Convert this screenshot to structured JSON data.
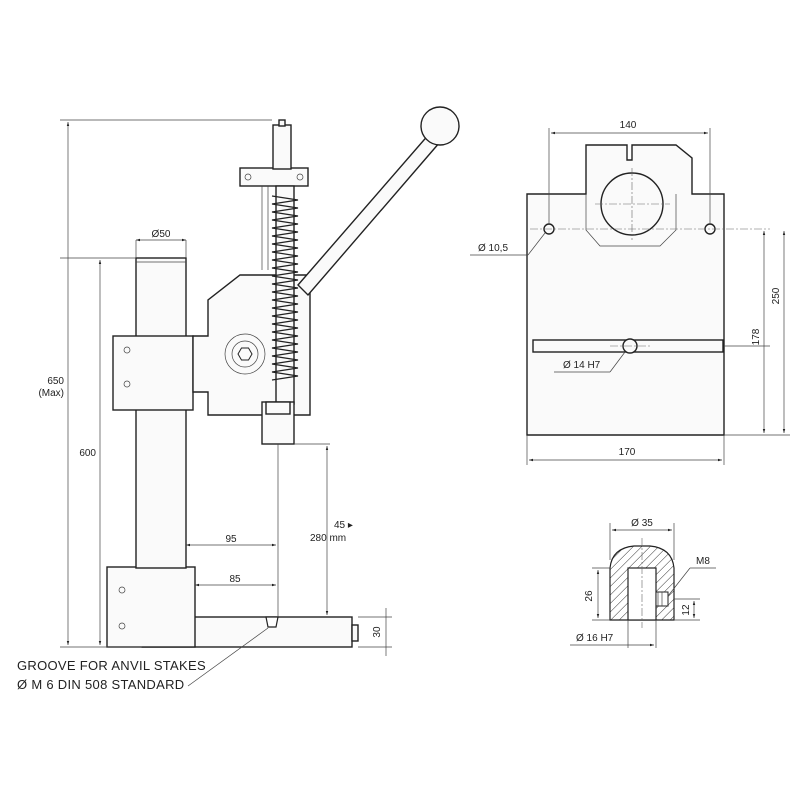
{
  "press": {
    "dim_height_max": "650",
    "dim_height_max_note": "(Max)",
    "dim_height_600": "600",
    "dim_column_dia": "Ø50",
    "dim_reach_95": "95",
    "dim_reach_85": "85",
    "dim_stroke": "45 ▸",
    "dim_stroke_mm": "280 mm",
    "dim_base_30": "30",
    "groove_note_line1": "GROOVE FOR ANVIL STAKES",
    "groove_note_line2": "Ø M 6 DIN 508 STANDARD"
  },
  "plate": {
    "dim_top_width": "140",
    "dim_hole": "Ø 10,5",
    "dim_slot": "Ø 14 H7",
    "dim_height_250": "250",
    "dim_height_178": "178",
    "dim_width_170": "170"
  },
  "holder": {
    "dim_dia_35": "Ø 35",
    "dim_thread": "M8",
    "dim_height_26": "26",
    "dim_height_12": "12",
    "dim_bore": "Ø 16 H7"
  }
}
